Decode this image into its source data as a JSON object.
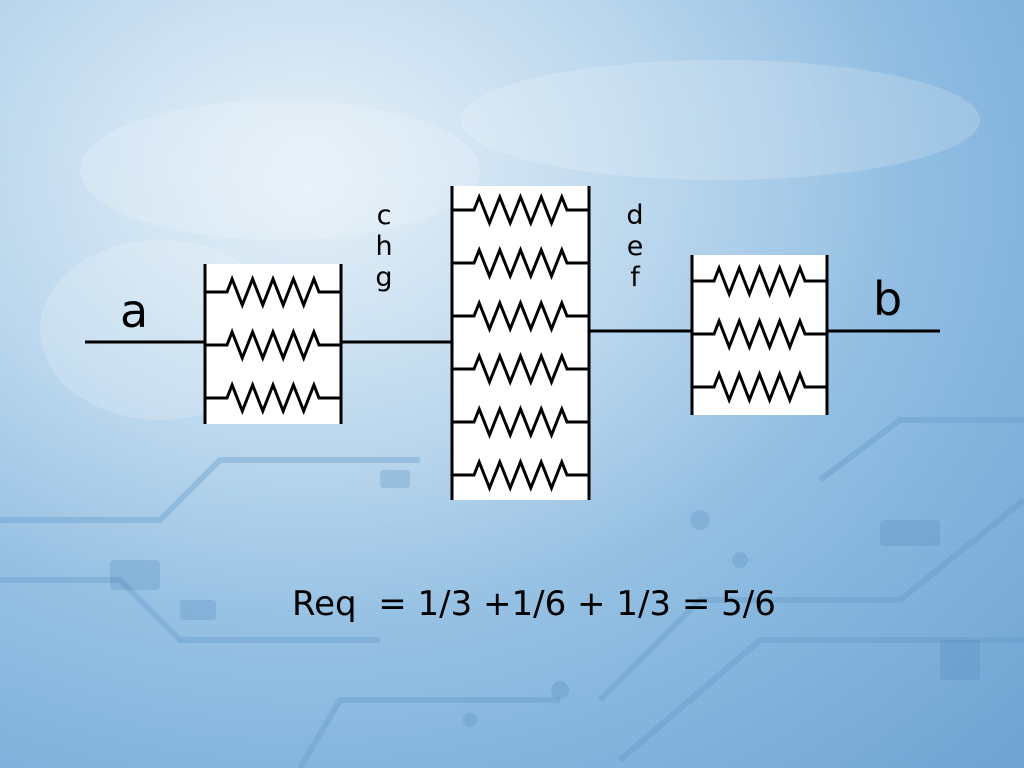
{
  "labels": {
    "node_a": "a",
    "node_b": "b",
    "left_junction": [
      "c",
      "h",
      "g"
    ],
    "right_junction": [
      "d",
      "e",
      "f"
    ]
  },
  "groups": [
    {
      "id": "left",
      "resistor_count": 3
    },
    {
      "id": "middle",
      "resistor_count": 6
    },
    {
      "id": "right",
      "resistor_count": 3
    }
  ],
  "equation": "Req  = 1/3 +1/6 + 1/3 = 5/6",
  "colors": {
    "wire": "#000000",
    "box_fill": "#ffffff",
    "text": "#000000",
    "background": "#8fbde3"
  }
}
